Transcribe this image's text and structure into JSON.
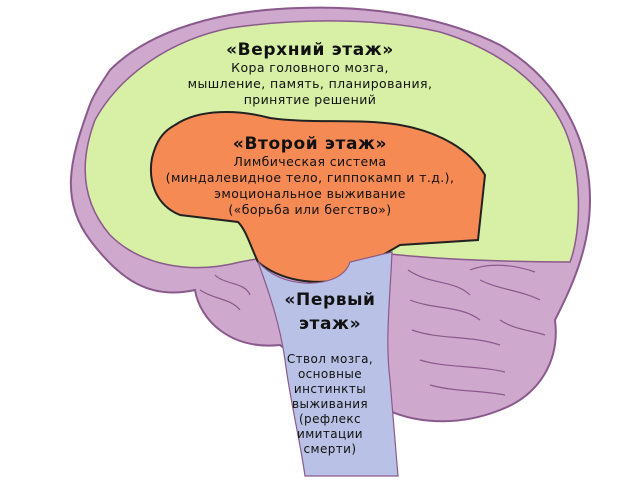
{
  "colors": {
    "outer_brain": "#cfa8cd",
    "outer_brain_stroke": "#8a5a8c",
    "cerebellum": "#d9b5d5",
    "cortex_green": "#d7f0a6",
    "limbic_orange": "#f58a55",
    "brainstem_blue": "#b9c2e6",
    "stroke": "#222222",
    "text": "#111111"
  },
  "levels": {
    "top": {
      "title": "«Верхний этаж»",
      "lines": [
        "Кора головного мозга,",
        "мышление, память, планирования,",
        "принятие решений"
      ]
    },
    "middle": {
      "title": "«Второй этаж»",
      "lines": [
        "Лимбическая система",
        "(миндалевидное тело, гиппокамп и т.д.),",
        "эмоциональное выживание",
        "(«борьба или бегство»)"
      ]
    },
    "bottom": {
      "title_lines": [
        "«Первый",
        "этаж»"
      ],
      "lines": [
        "Ствол мозга,",
        "основные",
        "инстинкты",
        "выживания",
        "(рефлекс",
        "имитации",
        "смерти)"
      ]
    }
  }
}
